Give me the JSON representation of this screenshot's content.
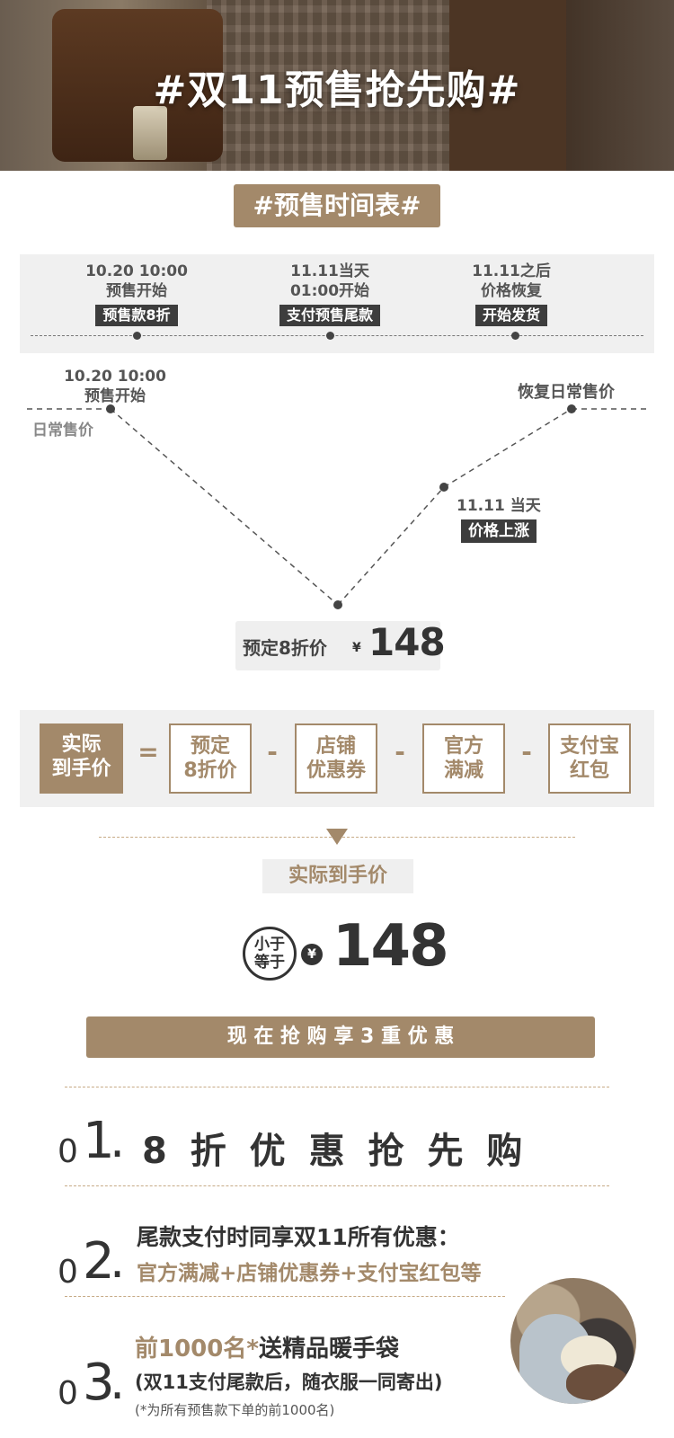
{
  "hero": {
    "title": "#双11预售抢先购#"
  },
  "schedule": {
    "tag": "#预售时间表#",
    "steps": [
      {
        "line1": "10.20 10:00",
        "line2": "预售开始",
        "badge": "预售款8折"
      },
      {
        "line1": "11.11当天",
        "line2": "01:00开始",
        "badge": "支付预售尾款"
      },
      {
        "line1": "11.11之后",
        "line2": "价格恢复",
        "badge": "开始发货"
      }
    ]
  },
  "price_chart": {
    "start_label_1": "10.20 10:00",
    "start_label_2": "预售开始",
    "daily_price": "日常售价",
    "restore_label": "恢复日常售价",
    "rise_date": "11.11  当天",
    "rise_badge": "价格上涨",
    "presale_label": "预定8折价",
    "currency": "¥",
    "presale_price": "148"
  },
  "formula": {
    "result": [
      "实际",
      "到手价"
    ],
    "equals": "=",
    "minus": "-",
    "items": [
      [
        "预定",
        "8折价"
      ],
      [
        "店铺",
        "优惠券"
      ],
      [
        "官方",
        "满减"
      ],
      [
        "支付宝",
        "红包"
      ]
    ]
  },
  "final": {
    "label": "实际到手价",
    "badge_1": "小于",
    "badge_2": "等于",
    "currency": "¥",
    "price": "148"
  },
  "banner": {
    "text": "现 在 抢 购 享 3 重 优 惠"
  },
  "offers": [
    {
      "num_small": "0",
      "num_big": "1",
      "dot": ".",
      "title": "8 折 优 惠 抢 先 购"
    },
    {
      "num_small": "0",
      "num_big": "2",
      "dot": ".",
      "title": "尾款支付时同享双11所有优惠：",
      "subtitle": "官方满减+店铺优惠券+支付宝红包等"
    },
    {
      "num_small": "0",
      "num_big": "3",
      "dot": ".",
      "title_accent": "前1000名*",
      "title_rest": "送精品暖手袋",
      "line2": "(双11支付尾款后，随衣服一同寄出)",
      "note": "(*为所有预售款下单的前1000名)"
    }
  ],
  "colors": {
    "accent": "#a3896a",
    "dark": "#3d3d3d",
    "band": "#f0f0f0"
  }
}
